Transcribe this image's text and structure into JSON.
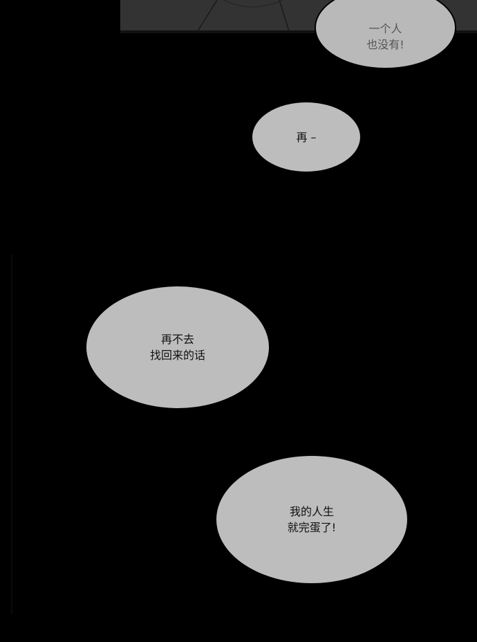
{
  "bubbles": [
    {
      "lines": [
        "一个人",
        "也没有!"
      ]
    },
    {
      "lines": [
        "再 –"
      ]
    },
    {
      "lines": [
        "再不去",
        "找回来的话"
      ]
    },
    {
      "lines": [
        "我的人生",
        "就完蛋了!"
      ]
    }
  ]
}
